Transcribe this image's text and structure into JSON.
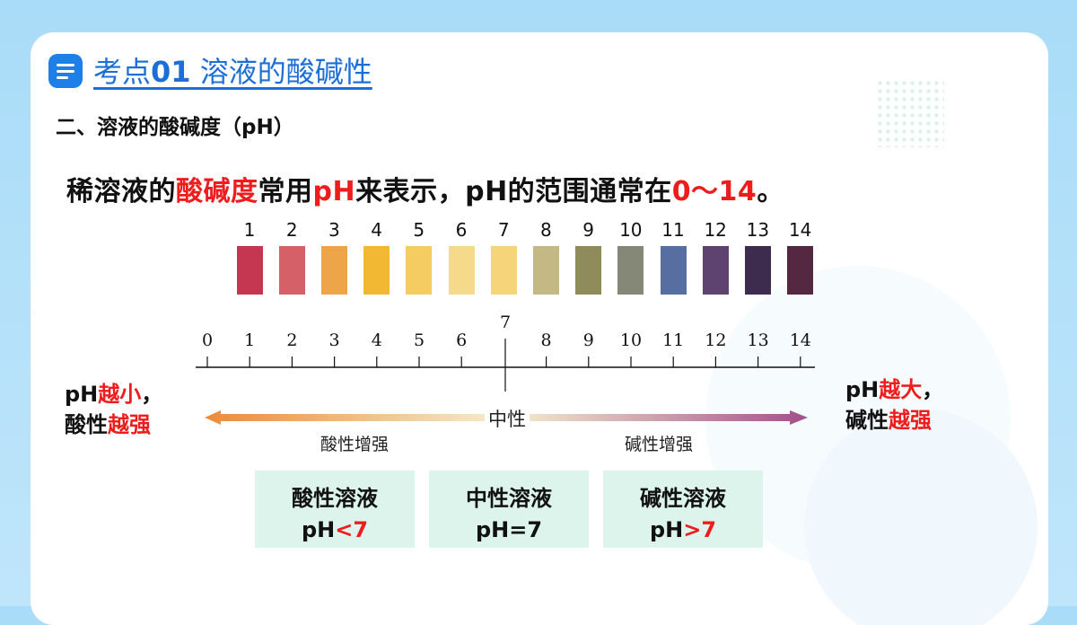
{
  "header": {
    "title_prefix": "考点",
    "title_number": "01",
    "title_rest": " 溶液的酸碱性"
  },
  "subtitle": "二、溶液的酸碱度（pH）",
  "statement": {
    "p1": "稀溶液的",
    "p2": "酸碱度",
    "p3": "常用",
    "p4": "pH",
    "p5": "来表示，pH的范围通常在",
    "p6": "0～14",
    "p7": "。"
  },
  "swatches": [
    {
      "n": "1",
      "color": "#c53750"
    },
    {
      "n": "2",
      "color": "#d66068"
    },
    {
      "n": "3",
      "color": "#eea54a"
    },
    {
      "n": "4",
      "color": "#f2b834"
    },
    {
      "n": "5",
      "color": "#f4cc62"
    },
    {
      "n": "6",
      "color": "#f5da8c"
    },
    {
      "n": "7",
      "color": "#f6d47a"
    },
    {
      "n": "8",
      "color": "#c4b884"
    },
    {
      "n": "9",
      "color": "#8f8b5a"
    },
    {
      "n": "10",
      "color": "#858876"
    },
    {
      "n": "11",
      "color": "#566ea0"
    },
    {
      "n": "12",
      "color": "#5e4270"
    },
    {
      "n": "13",
      "color": "#3d2c4e"
    },
    {
      "n": "14",
      "color": "#532840"
    }
  ],
  "scale": {
    "ticks": [
      "0",
      "1",
      "2",
      "3",
      "4",
      "5",
      "6",
      "7",
      "8",
      "9",
      "10",
      "11",
      "12",
      "13",
      "14"
    ]
  },
  "left_note": {
    "a": "pH",
    "b": "越小",
    "c": "，",
    "d": "酸性",
    "e": "越强"
  },
  "right_note": {
    "a": "pH",
    "b": "越大",
    "c": "，",
    "d": "碱性",
    "e": "越强"
  },
  "arrow": {
    "neutral": "中性",
    "acid_caption": "酸性增强",
    "base_caption": "碱性增强",
    "left_color": "#eb8a3a",
    "right_color": "#a44f8a"
  },
  "boxes": [
    {
      "name": "酸性溶液",
      "ph": "pH",
      "op": "<7",
      "op_red": true
    },
    {
      "name": "中性溶液",
      "ph": "pH",
      "op": "=7",
      "op_red": false
    },
    {
      "name": "碱性溶液",
      "ph": "pH",
      "op": ">7",
      "op_red": true
    }
  ]
}
